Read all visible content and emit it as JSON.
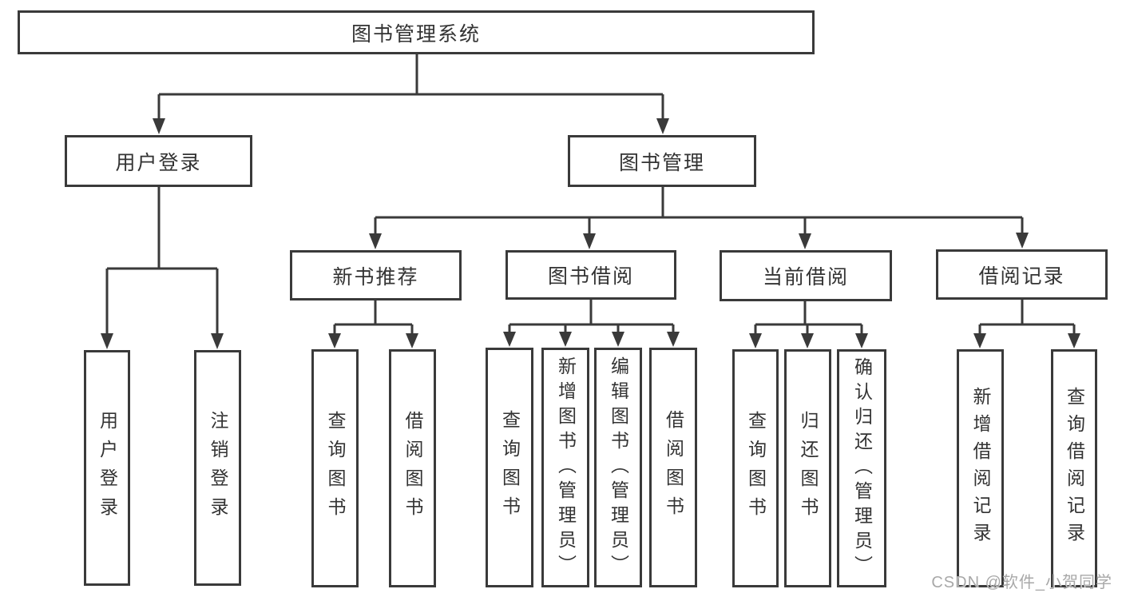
{
  "tree": {
    "root": "图书管理系统",
    "branches": [
      {
        "label": "用户登录",
        "children": [
          "用户登录",
          "注销登录"
        ]
      },
      {
        "label": "图书管理",
        "groups": [
          {
            "label": "新书推荐",
            "children": [
              "查询图书",
              "借阅图书"
            ]
          },
          {
            "label": "图书借阅",
            "children": [
              "查询图书",
              "新增图书（管理员）",
              "编辑图书（管理员）",
              "借阅图书"
            ]
          },
          {
            "label": "当前借阅",
            "children": [
              "查询图书",
              "归还图书",
              "确认归还（管理员）"
            ]
          },
          {
            "label": "借阅记录",
            "children": [
              "新增借阅记录",
              "查询借阅记录"
            ]
          }
        ]
      }
    ]
  },
  "watermark": "CSDN @软件_小贺同学",
  "colors": {
    "line": "#3a3a3a",
    "text": "#333333",
    "box_fill": "#ffffff",
    "watermark": "#a8a8a8",
    "background": "#ffffff"
  }
}
